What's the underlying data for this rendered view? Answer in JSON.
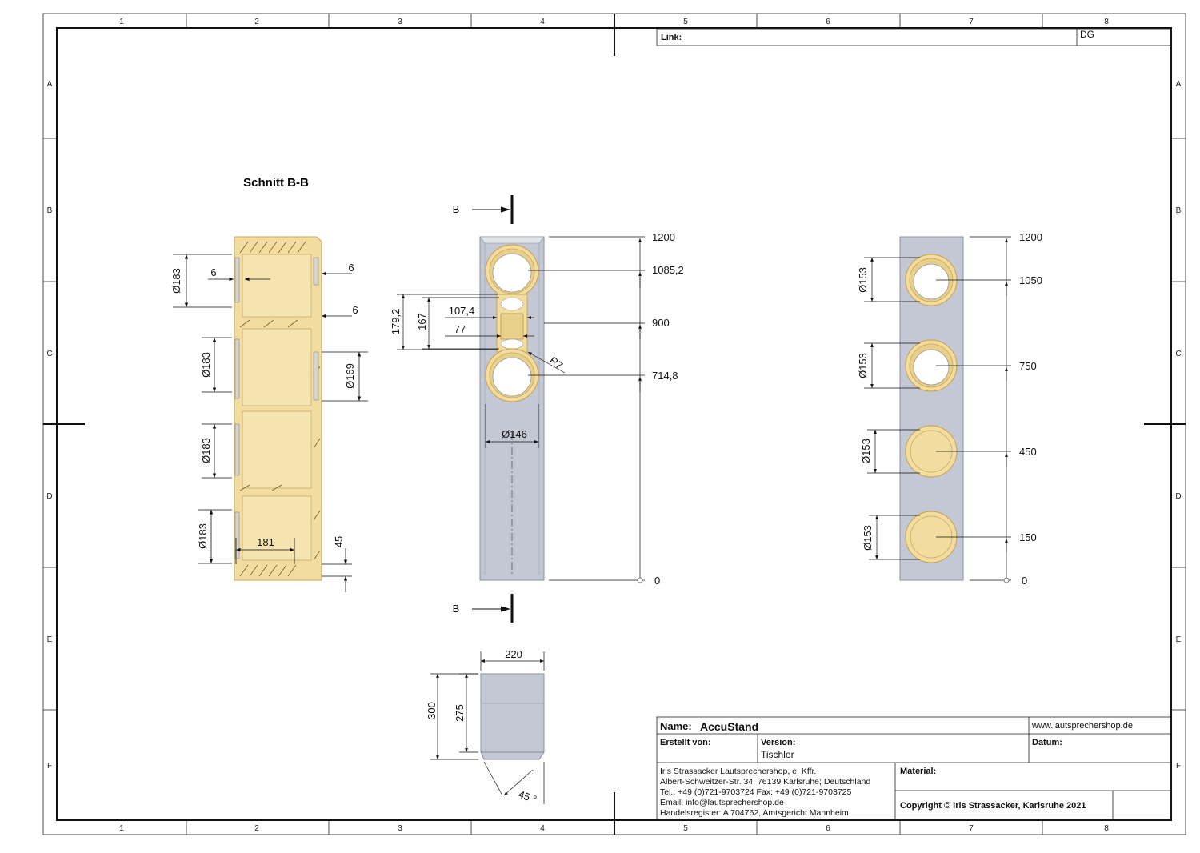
{
  "header": {
    "link_label": "Link:",
    "link_value": "",
    "dg_label": "DG"
  },
  "zones": {
    "columns": [
      "1",
      "2",
      "3",
      "4",
      "5",
      "6",
      "7",
      "8"
    ],
    "rows": [
      "A",
      "B",
      "C",
      "D",
      "E",
      "F"
    ]
  },
  "section_view": {
    "title": "Schnitt B-B",
    "dims": {
      "d183_a": "Ø183",
      "d183_b": "Ø183",
      "d183_c": "Ø183",
      "d183_d": "Ø183",
      "six_a": "6",
      "six_b": "6",
      "six_c": "6",
      "d169": "Ø169",
      "w181": "181",
      "h45": "45"
    }
  },
  "front_view": {
    "section_marker_top": "B",
    "section_marker_bottom": "B",
    "dims": {
      "h1200": "1200",
      "h1085": "1085,2",
      "h900": "900",
      "h714": "714,8",
      "h0": "0",
      "h179": "179,2",
      "h167": "167",
      "w107": "107,4",
      "w77": "77",
      "r7": "R7",
      "d146": "Ø146"
    }
  },
  "back_view": {
    "dims": {
      "h1200": "1200",
      "h1050": "1050",
      "h750": "750",
      "h450": "450",
      "h150": "150",
      "h0": "0",
      "d153_a": "Ø153",
      "d153_b": "Ø153",
      "d153_c": "Ø153",
      "d153_d": "Ø153"
    }
  },
  "side_view": {
    "dims": {
      "w220": "220",
      "h300": "300",
      "h275": "275",
      "angle": "45 °"
    }
  },
  "title_block": {
    "name_label": "Name:",
    "name_value": "AccuStand",
    "website": "www.lautsprechershop.de",
    "created_label": "Erstellt von:",
    "version_label": "Version:",
    "version_value": "Tischler",
    "date_label": "Datum:",
    "date_value": "",
    "address_line1": "Iris Strassacker Lautsprechershop, e. Kffr.",
    "address_line2": "Albert-Schweitzer-Str. 34; 76139 Karlsruhe; Deutschland",
    "address_line3": "Tel.: +49 (0)721-9703724 Fax: +49 (0)721-9703725",
    "address_line4": "Email: info@lautsprechershop.de",
    "address_line5": "Handelsregister: A 704762, Amtsgericht Mannheim",
    "material_label": "Material:",
    "copyright": "Copyright © Iris Strassacker, Karlsruhe 2021"
  },
  "colors": {
    "wood": "#f2dca0",
    "wood_edge": "#c9a858",
    "panel": "#c4c8d4",
    "panel_edge": "#8d919c",
    "ink": "#111111"
  }
}
